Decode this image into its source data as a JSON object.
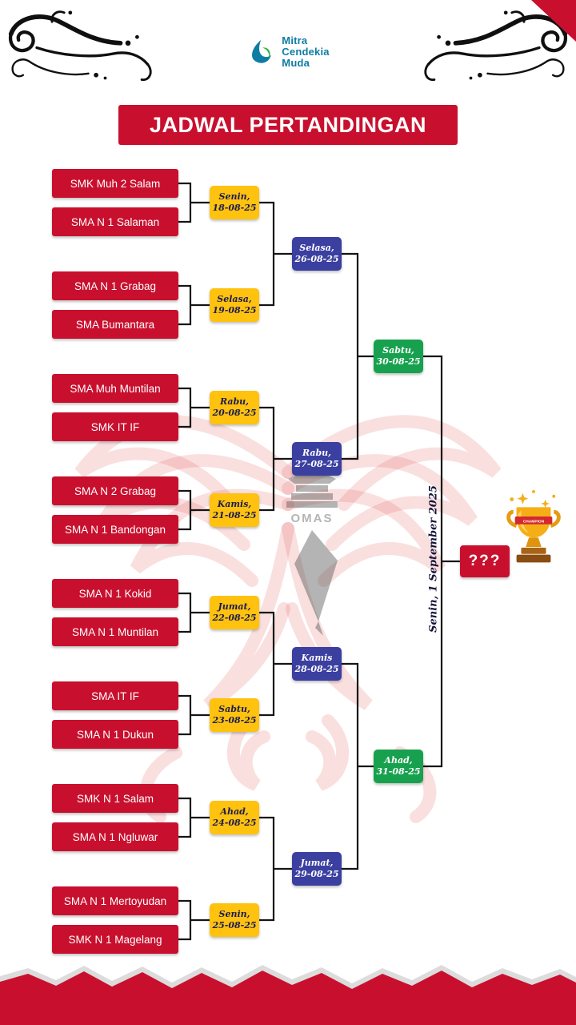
{
  "logo": {
    "line1": "Mitra",
    "line2": "Cendekia",
    "line3": "Muda"
  },
  "title": "JADWAL PERTANDINGAN",
  "colors": {
    "red": "#c8102e",
    "yellow": "#ffc20e",
    "blue": "#3a3fa0",
    "green": "#17a14e",
    "line": "#151515"
  },
  "bracket": {
    "round1": [
      {
        "team1": "SMK Muh 2 Salam",
        "team2": "SMA N 1 Salaman",
        "day": "Senin,",
        "date": "18-08-25"
      },
      {
        "team1": "SMA N 1 Grabag",
        "team2": "SMA Bumantara",
        "day": "Selasa,",
        "date": "19-08-25"
      },
      {
        "team1": "SMA Muh Muntilan",
        "team2": "SMK IT IF",
        "day": "Rabu,",
        "date": "20-08-25"
      },
      {
        "team1": "SMA N 2 Grabag",
        "team2": "SMA N 1 Bandongan",
        "day": "Kamis,",
        "date": "21-08-25"
      },
      {
        "team1": "SMA N 1 Kokid",
        "team2": "SMA N 1 Muntilan",
        "day": "Jumat,",
        "date": "22-08-25"
      },
      {
        "team1": "SMA IT IF",
        "team2": "SMA N 1 Dukun",
        "day": "Sabtu,",
        "date": "23-08-25"
      },
      {
        "team1": "SMK N 1 Salam",
        "team2": "SMA N 1 Ngluwar",
        "day": "Ahad,",
        "date": "24-08-25"
      },
      {
        "team1": "SMA N 1 Mertoyudan",
        "team2": "SMK N 1 Magelang",
        "day": "Senin,",
        "date": "25-08-25"
      }
    ],
    "round2": [
      {
        "day": "Selasa,",
        "date": "26-08-25"
      },
      {
        "day": "Rabu,",
        "date": "27-08-25"
      },
      {
        "day": "Kamis",
        "date": "28-08-25"
      },
      {
        "day": "Jumat,",
        "date": "29-08-25"
      }
    ],
    "semifinal": [
      {
        "day": "Sabtu,",
        "date": "30-08-25"
      },
      {
        "day": "Ahad,",
        "date": "31-08-25"
      }
    ],
    "final": {
      "placeholder": "???",
      "date": "Senin, 1 September 2025"
    }
  }
}
